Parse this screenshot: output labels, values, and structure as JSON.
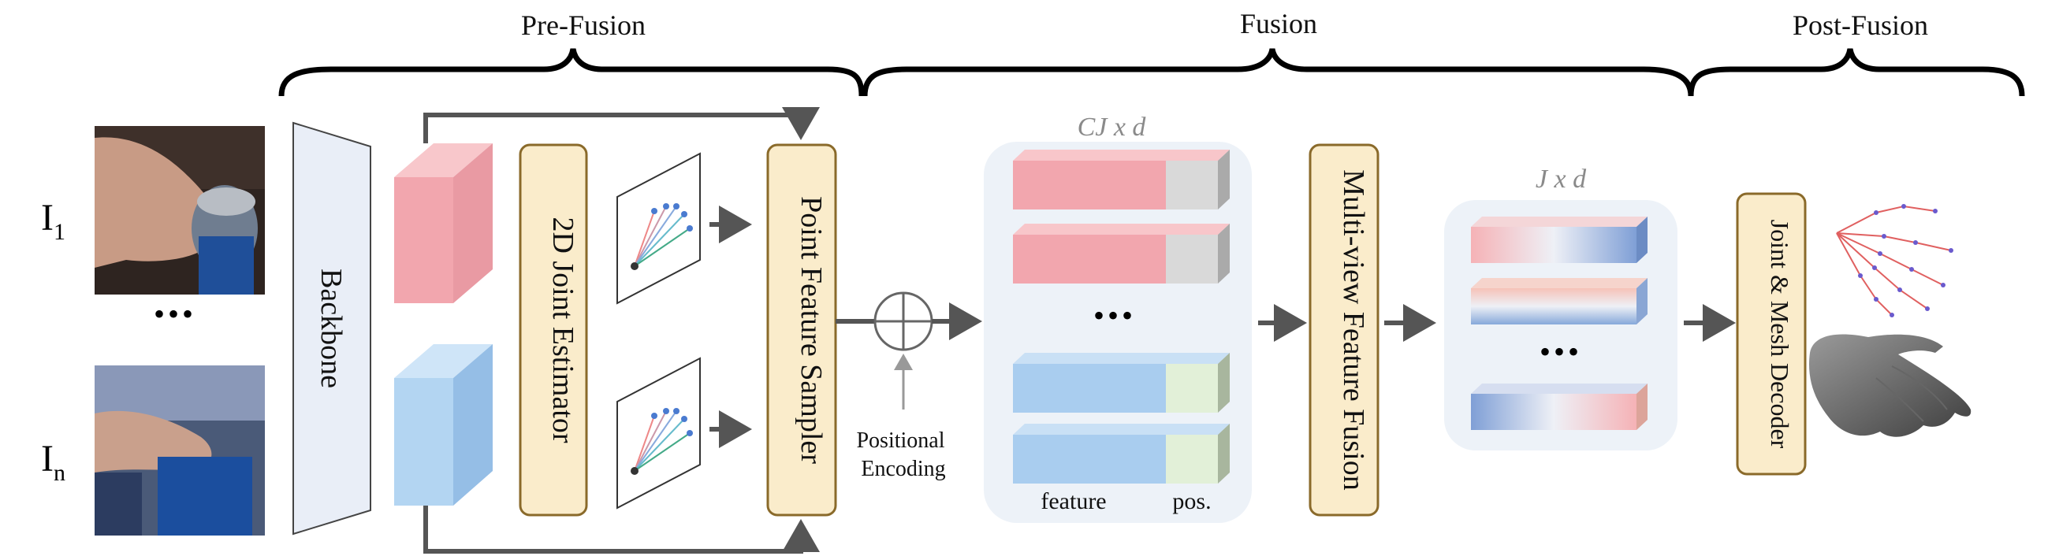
{
  "stages": {
    "pre_fusion": "Pre-Fusion",
    "fusion": "Fusion",
    "post_fusion": "Post-Fusion"
  },
  "inputs": {
    "first_base": "I",
    "first_sub": "1",
    "last_base": "I",
    "last_sub": "n",
    "ellipsis": "•••"
  },
  "modules": {
    "backbone": "Backbone",
    "joint_estimator": "2D Joint Estimator",
    "point_sampler": "Point Feature Sampler",
    "multiview_fusion": "Multi-view Feature Fusion",
    "decoder": "Joint & Mesh Decoder"
  },
  "positional": {
    "line1": "Positional",
    "line2": "Encoding"
  },
  "tokens_before": {
    "dims": "CJ x d",
    "ellipsis": "•••",
    "feature_label": "feature",
    "pos_label": "pos."
  },
  "tokens_after": {
    "dims": "J x d",
    "ellipsis": "•••"
  },
  "colors": {
    "pink": "#f2a6ae",
    "blue": "#a9cdef",
    "module_fill": "#faeccb",
    "module_stroke": "#8a6a2a",
    "panel": "#edf2f8",
    "arrow": "#555555"
  }
}
